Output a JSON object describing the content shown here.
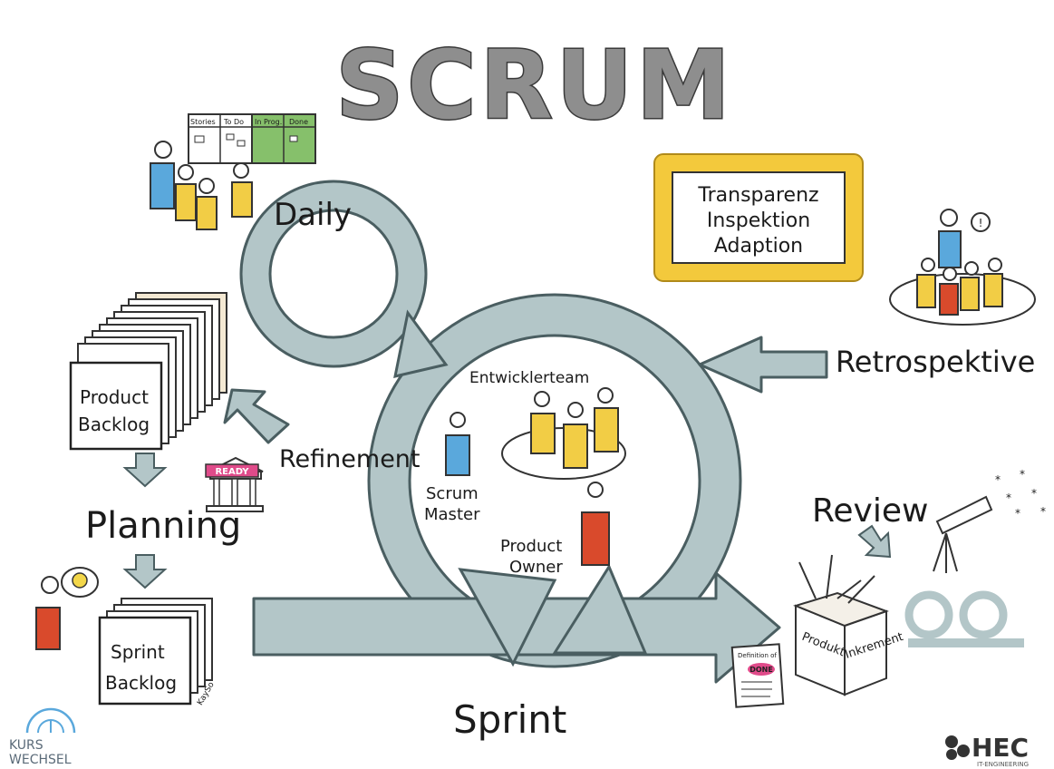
{
  "title": "SCRUM",
  "labels": {
    "daily": "Daily",
    "refinement": "Refinement",
    "planning": "Planning",
    "sprint": "Sprint",
    "review": "Review",
    "retrospektive": "Retrospektive",
    "entwicklerteam": "Entwicklerteam",
    "scrum_master_1": "Scrum",
    "scrum_master_2": "Master",
    "product_owner_1": "Product",
    "product_owner_2": "Owner",
    "product_backlog_1": "Product",
    "product_backlog_2": "Backlog",
    "sprint_backlog_1": "Sprint",
    "sprint_backlog_2": "Backlog",
    "ready": "READY",
    "produkt": "Produkt",
    "inkrement": "Inkrement",
    "definition_of": "Definition of",
    "done": "DONE",
    "signature": "KaySo"
  },
  "values_box": [
    "Transparenz",
    "Inspektion",
    "Adaption"
  ],
  "task_board": [
    "Stories",
    "To Do",
    "In Prog.",
    "Done"
  ],
  "logos": {
    "left_1": "KURS",
    "left_2": "WECHSEL",
    "right_brand": "HEC",
    "right_sub": "IT-ENGINEERING"
  },
  "colors": {
    "arrow_fill": "#b3c6c8",
    "arrow_stroke": "#4a5e61",
    "person_blue": "#5aa8dc",
    "person_yellow": "#f2cd45",
    "person_red": "#d94a2c",
    "frame_yellow": "#f3c93c",
    "board_green": "#86c06b",
    "ready_pink": "#e04b8a"
  }
}
